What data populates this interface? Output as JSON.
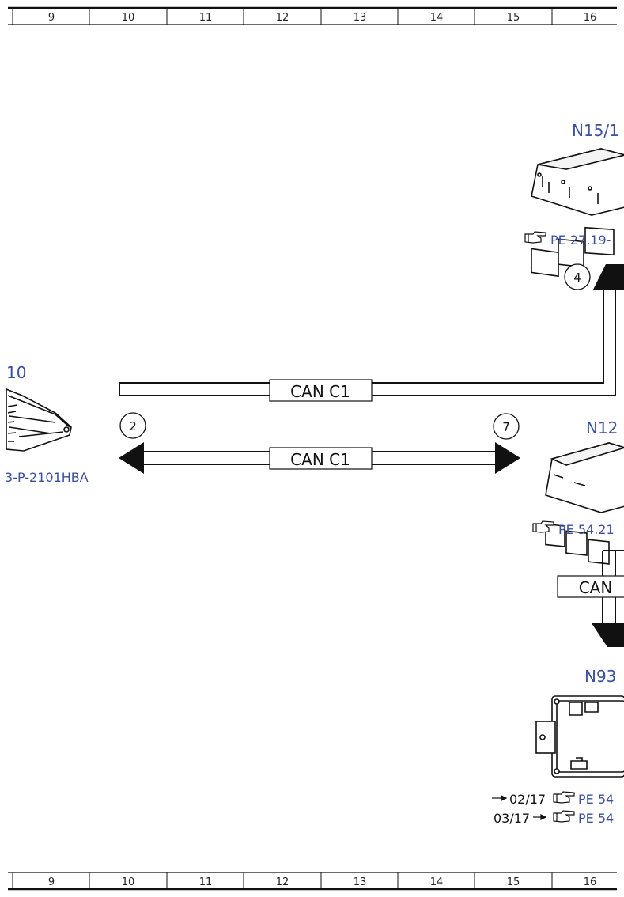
{
  "grid": {
    "columns": [
      "9",
      "10",
      "11",
      "12",
      "13",
      "14",
      "15",
      "16"
    ]
  },
  "components": {
    "n15": {
      "label": "N15/1",
      "ref": "PE 27.19-"
    },
    "n10": {
      "label": "10",
      "ref": "3-P-2101HBA"
    },
    "n12": {
      "label": "N12",
      "ref": "PE 54.21"
    },
    "n93": {
      "label": "N93",
      "ref_a": "PE 54",
      "ref_b": "PE 54",
      "date_a": "02/17",
      "date_b": "03/17"
    }
  },
  "buses": {
    "upper": {
      "label": "CAN C1"
    },
    "lower": {
      "label": "CAN C1"
    },
    "down": {
      "label": "CAN"
    }
  },
  "markers": {
    "m4": "4",
    "m2": "2",
    "m7": "7"
  },
  "colors": {
    "accent": "#3b50a0",
    "line": "#1a1a1a"
  }
}
